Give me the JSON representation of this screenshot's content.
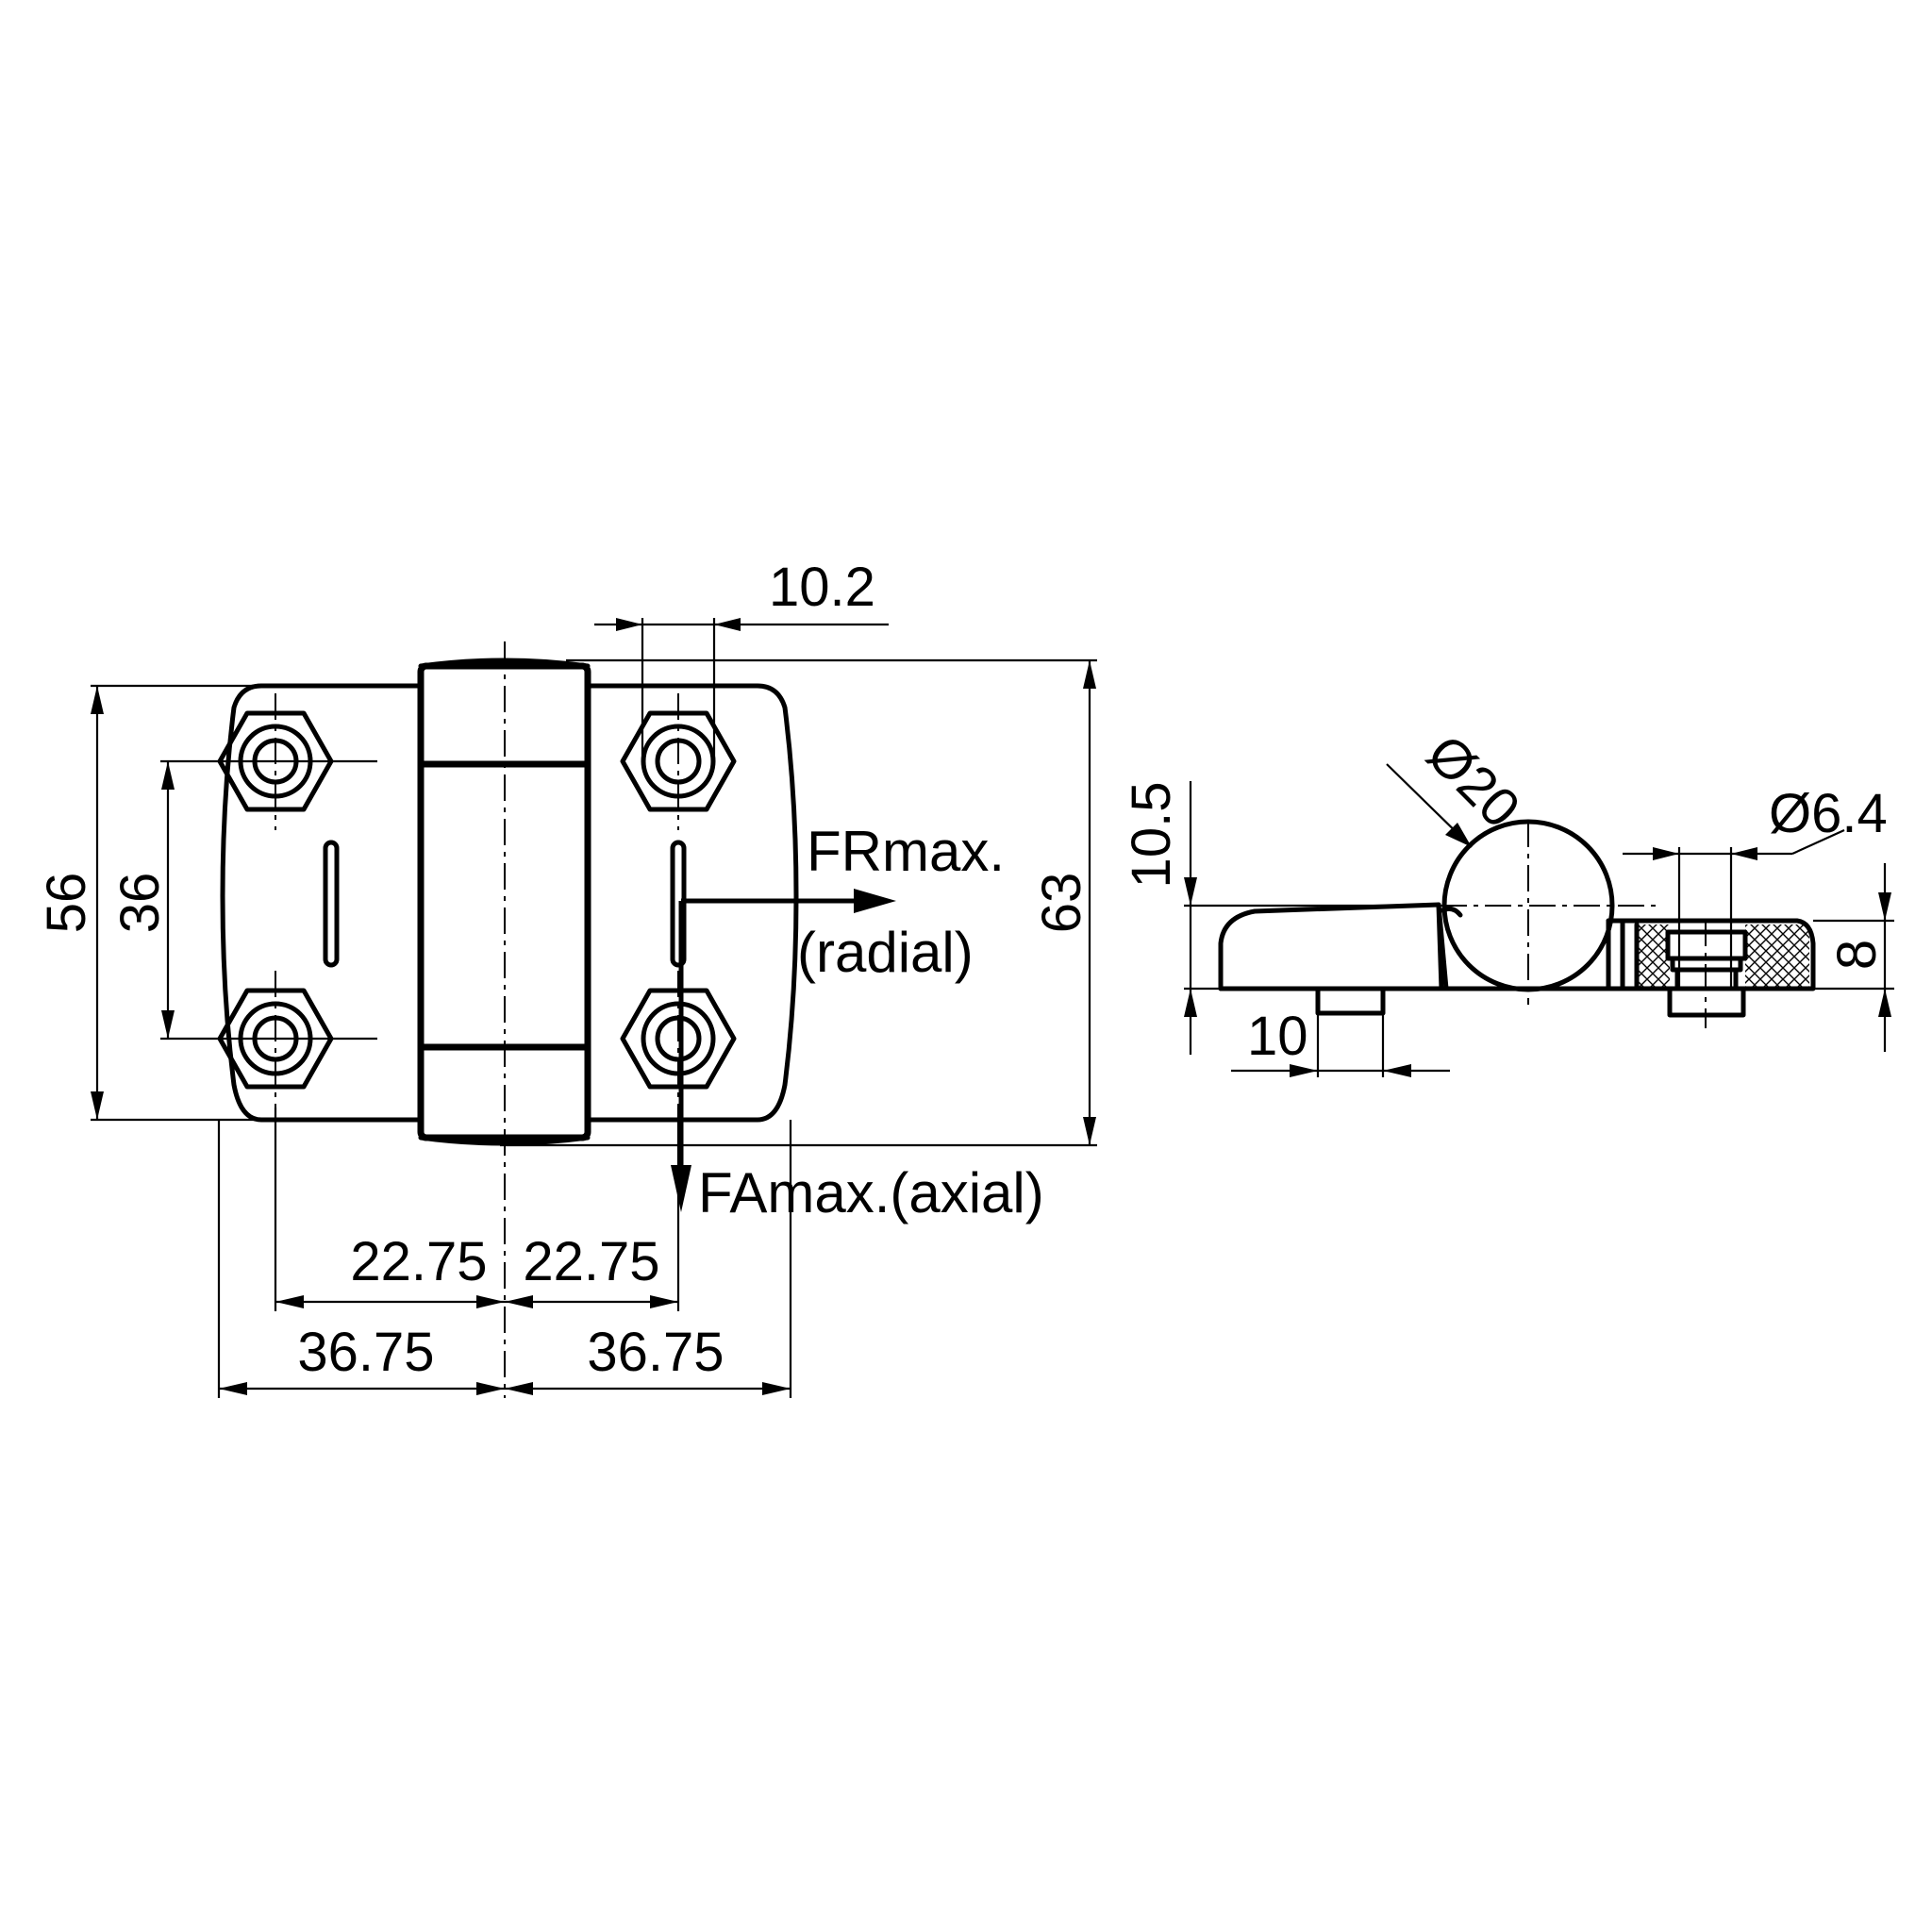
{
  "front_view": {
    "dimensions": {
      "width_right": "10.2",
      "height_leaf": "56",
      "hole_spacing": "36",
      "height_total": "63",
      "offset_left": "22.75",
      "offset_right": "22.75",
      "half_width_left": "36.75",
      "half_width_right": "36.75"
    },
    "forces": {
      "radial_line1": "FRmax.",
      "radial_line2": "(radial)",
      "axial": "FAmax.(axial)"
    }
  },
  "side_view": {
    "dimensions": {
      "knuckle_diameter": "Ø20",
      "bolt_diameter": "Ø6.4",
      "height": "10.5",
      "thickness": "8",
      "stud_width": "10"
    }
  },
  "colors": {
    "line": "#000000",
    "background": "#ffffff"
  }
}
